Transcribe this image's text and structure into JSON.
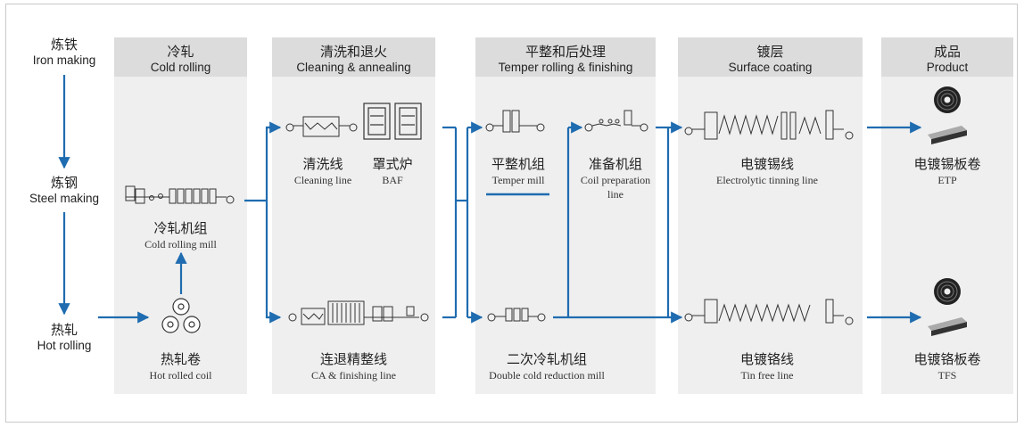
{
  "colors": {
    "flow": "#1f6cb0",
    "column_bg": "#efefef",
    "header_bg": "#dcdcdc",
    "equipment": "#333333"
  },
  "stages": {
    "iron": {
      "zh": "炼铁",
      "en": "Iron making"
    },
    "steel": {
      "zh": "炼钢",
      "en": "Steel making"
    },
    "hot": {
      "zh": "热轧",
      "en": "Hot rolling"
    }
  },
  "columns": {
    "cold": {
      "zh": "冷轧",
      "en": "Cold rolling"
    },
    "clean": {
      "zh": "清洗和退火",
      "en": "Cleaning & annealing"
    },
    "temper": {
      "zh": "平整和后处理",
      "en": "Temper rolling & finishing"
    },
    "coat": {
      "zh": "镀层",
      "en": "Surface coating"
    },
    "product": {
      "zh": "成品",
      "en": "Product"
    }
  },
  "equipment": {
    "cold_mill": {
      "zh": "冷轧机组",
      "en": "Cold rolling mill"
    },
    "hot_coil": {
      "zh": "热轧卷",
      "en": "Hot rolled coil"
    },
    "cleaning": {
      "zh": "清洗线",
      "en": "Cleaning line"
    },
    "baf": {
      "zh": "罩式炉",
      "en": "BAF"
    },
    "ca": {
      "zh": "连退精整线",
      "en": "CA & finishing line"
    },
    "temper_mill": {
      "zh": "平整机组",
      "en": "Temper mill"
    },
    "coil_prep": {
      "zh": "准备机组",
      "en_line1": "Coil preparation",
      "en_line2": "line"
    },
    "dcr": {
      "zh": "二次冷轧机组",
      "en": "Double cold reduction mill"
    },
    "etl": {
      "zh": "电镀锡线",
      "en": "Electrolytic tinning line"
    },
    "tfl": {
      "zh": "电镀铬线",
      "en": "Tin free line"
    },
    "etp": {
      "zh": "电镀锡板卷",
      "en": "ETP"
    },
    "tfs": {
      "zh": "电镀铬板卷",
      "en": "TFS"
    }
  }
}
